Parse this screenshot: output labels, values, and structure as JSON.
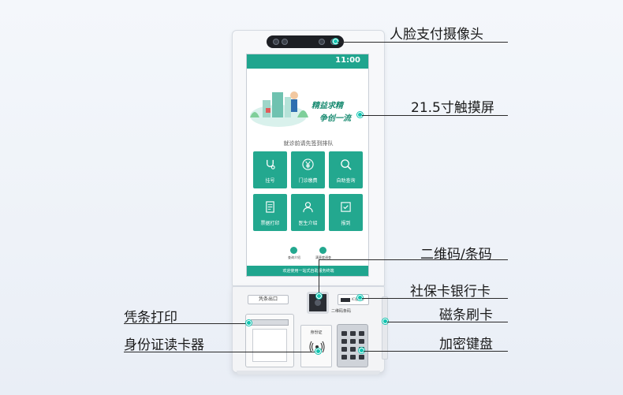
{
  "callouts": {
    "face_camera": "人脸支付摄像头",
    "touchscreen": "21.5寸触摸屏",
    "qr_barcode": "二维码/条码",
    "social_bank_card": "社保卡银行卡",
    "receipt_print": "凭条打印",
    "magstripe": "磁条刷卡",
    "id_reader": "身份证读卡器",
    "encrypted_keypad": "加密键盘"
  },
  "screen": {
    "time": "11:00",
    "banner_line1": "精益求精",
    "banner_line2": "争创一流",
    "prompt": "就诊前请先签到排队",
    "tiles": [
      {
        "label": "挂号",
        "icon": "stethoscope-icon"
      },
      {
        "label": "门诊缴费",
        "icon": "yen-icon"
      },
      {
        "label": "自助查询",
        "icon": "search-icon"
      },
      {
        "label": "票据打印",
        "icon": "receipt-icon"
      },
      {
        "label": "医生介绍",
        "icon": "doctor-icon"
      },
      {
        "label": "报到",
        "icon": "checkin-icon"
      }
    ],
    "mini_left": "查询介绍",
    "mini_right": "满意度调查",
    "footer": "欢迎使用一站式自助服务终端"
  },
  "hardware": {
    "printer_label": "凭条出口",
    "scanner_note": "二维码条码",
    "card_slot_label": "IC银行卡",
    "id_reader_label": "身份证"
  },
  "colors": {
    "accent": "#1fa58e",
    "dot": "#11c4b0"
  }
}
